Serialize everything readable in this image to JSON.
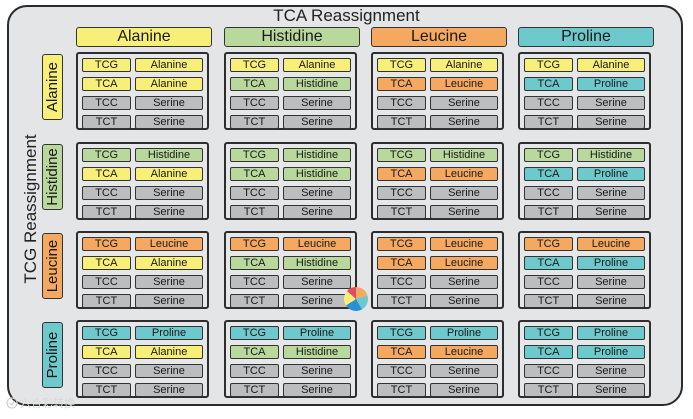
{
  "title": "TCA Reassignment",
  "side_title": "TCG Reassignment",
  "colors": {
    "Alanine": "#f7ef78",
    "Histidine": "#b8d89c",
    "Leucine": "#f5a860",
    "Proline": "#6ec9cc",
    "Serine": "#bcbdbf",
    "frame": "#e4e5e6"
  },
  "columns": [
    "Alanine",
    "Histidine",
    "Leucine",
    "Proline"
  ],
  "rows": [
    "Alanine",
    "Histidine",
    "Leucine",
    "Proline"
  ],
  "grid": [
    [
      {
        "codons": [
          [
            "TCG",
            "Alanine"
          ],
          [
            "TCA",
            "Alanine"
          ],
          [
            "TCC",
            "Serine"
          ],
          [
            "TCT",
            "Serine"
          ]
        ]
      },
      {
        "codons": [
          [
            "TCG",
            "Alanine"
          ],
          [
            "TCA",
            "Histidine"
          ],
          [
            "TCC",
            "Serine"
          ],
          [
            "TCT",
            "Serine"
          ]
        ]
      },
      {
        "codons": [
          [
            "TCG",
            "Alanine"
          ],
          [
            "TCA",
            "Leucine"
          ],
          [
            "TCC",
            "Serine"
          ],
          [
            "TCT",
            "Serine"
          ]
        ]
      },
      {
        "codons": [
          [
            "TCG",
            "Alanine"
          ],
          [
            "TCA",
            "Proline"
          ],
          [
            "TCC",
            "Serine"
          ],
          [
            "TCT",
            "Serine"
          ]
        ]
      }
    ],
    [
      {
        "codons": [
          [
            "TCG",
            "Histidine"
          ],
          [
            "TCA",
            "Alanine"
          ],
          [
            "TCC",
            "Serine"
          ],
          [
            "TCT",
            "Serine"
          ]
        ]
      },
      {
        "codons": [
          [
            "TCG",
            "Histidine"
          ],
          [
            "TCA",
            "Histidine"
          ],
          [
            "TCC",
            "Serine"
          ],
          [
            "TCT",
            "Serine"
          ]
        ]
      },
      {
        "codons": [
          [
            "TCG",
            "Histidine"
          ],
          [
            "TCA",
            "Leucine"
          ],
          [
            "TCC",
            "Serine"
          ],
          [
            "TCT",
            "Serine"
          ]
        ]
      },
      {
        "codons": [
          [
            "TCG",
            "Histidine"
          ],
          [
            "TCA",
            "Proline"
          ],
          [
            "TCC",
            "Serine"
          ],
          [
            "TCT",
            "Serine"
          ]
        ]
      }
    ],
    [
      {
        "codons": [
          [
            "TCG",
            "Leucine"
          ],
          [
            "TCA",
            "Alanine"
          ],
          [
            "TCC",
            "Serine"
          ],
          [
            "TCT",
            "Serine"
          ]
        ]
      },
      {
        "codons": [
          [
            "TCG",
            "Leucine"
          ],
          [
            "TCA",
            "Histidine"
          ],
          [
            "TCC",
            "Serine"
          ],
          [
            "TCT",
            "Serine"
          ]
        ]
      },
      {
        "codons": [
          [
            "TCG",
            "Leucine"
          ],
          [
            "TCA",
            "Leucine"
          ],
          [
            "TCC",
            "Serine"
          ],
          [
            "TCT",
            "Serine"
          ]
        ]
      },
      {
        "codons": [
          [
            "TCG",
            "Leucine"
          ],
          [
            "TCA",
            "Proline"
          ],
          [
            "TCC",
            "Serine"
          ],
          [
            "TCT",
            "Serine"
          ]
        ]
      }
    ],
    [
      {
        "codons": [
          [
            "TCG",
            "Proline"
          ],
          [
            "TCA",
            "Alanine"
          ],
          [
            "TCC",
            "Serine"
          ],
          [
            "TCT",
            "Serine"
          ]
        ]
      },
      {
        "codons": [
          [
            "TCG",
            "Proline"
          ],
          [
            "TCA",
            "Histidine"
          ],
          [
            "TCC",
            "Serine"
          ],
          [
            "TCT",
            "Serine"
          ]
        ]
      },
      {
        "codons": [
          [
            "TCG",
            "Proline"
          ],
          [
            "TCA",
            "Leucine"
          ],
          [
            "TCC",
            "Serine"
          ],
          [
            "TCT",
            "Serine"
          ]
        ]
      },
      {
        "codons": [
          [
            "TCG",
            "Proline"
          ],
          [
            "TCA",
            "Proline"
          ],
          [
            "TCC",
            "Serine"
          ],
          [
            "TCT",
            "Serine"
          ]
        ]
      }
    ]
  ],
  "watermark": "六合彩转换",
  "icons": {
    "logo": "pie-logo-icon",
    "watermark": "watermark-icon"
  }
}
